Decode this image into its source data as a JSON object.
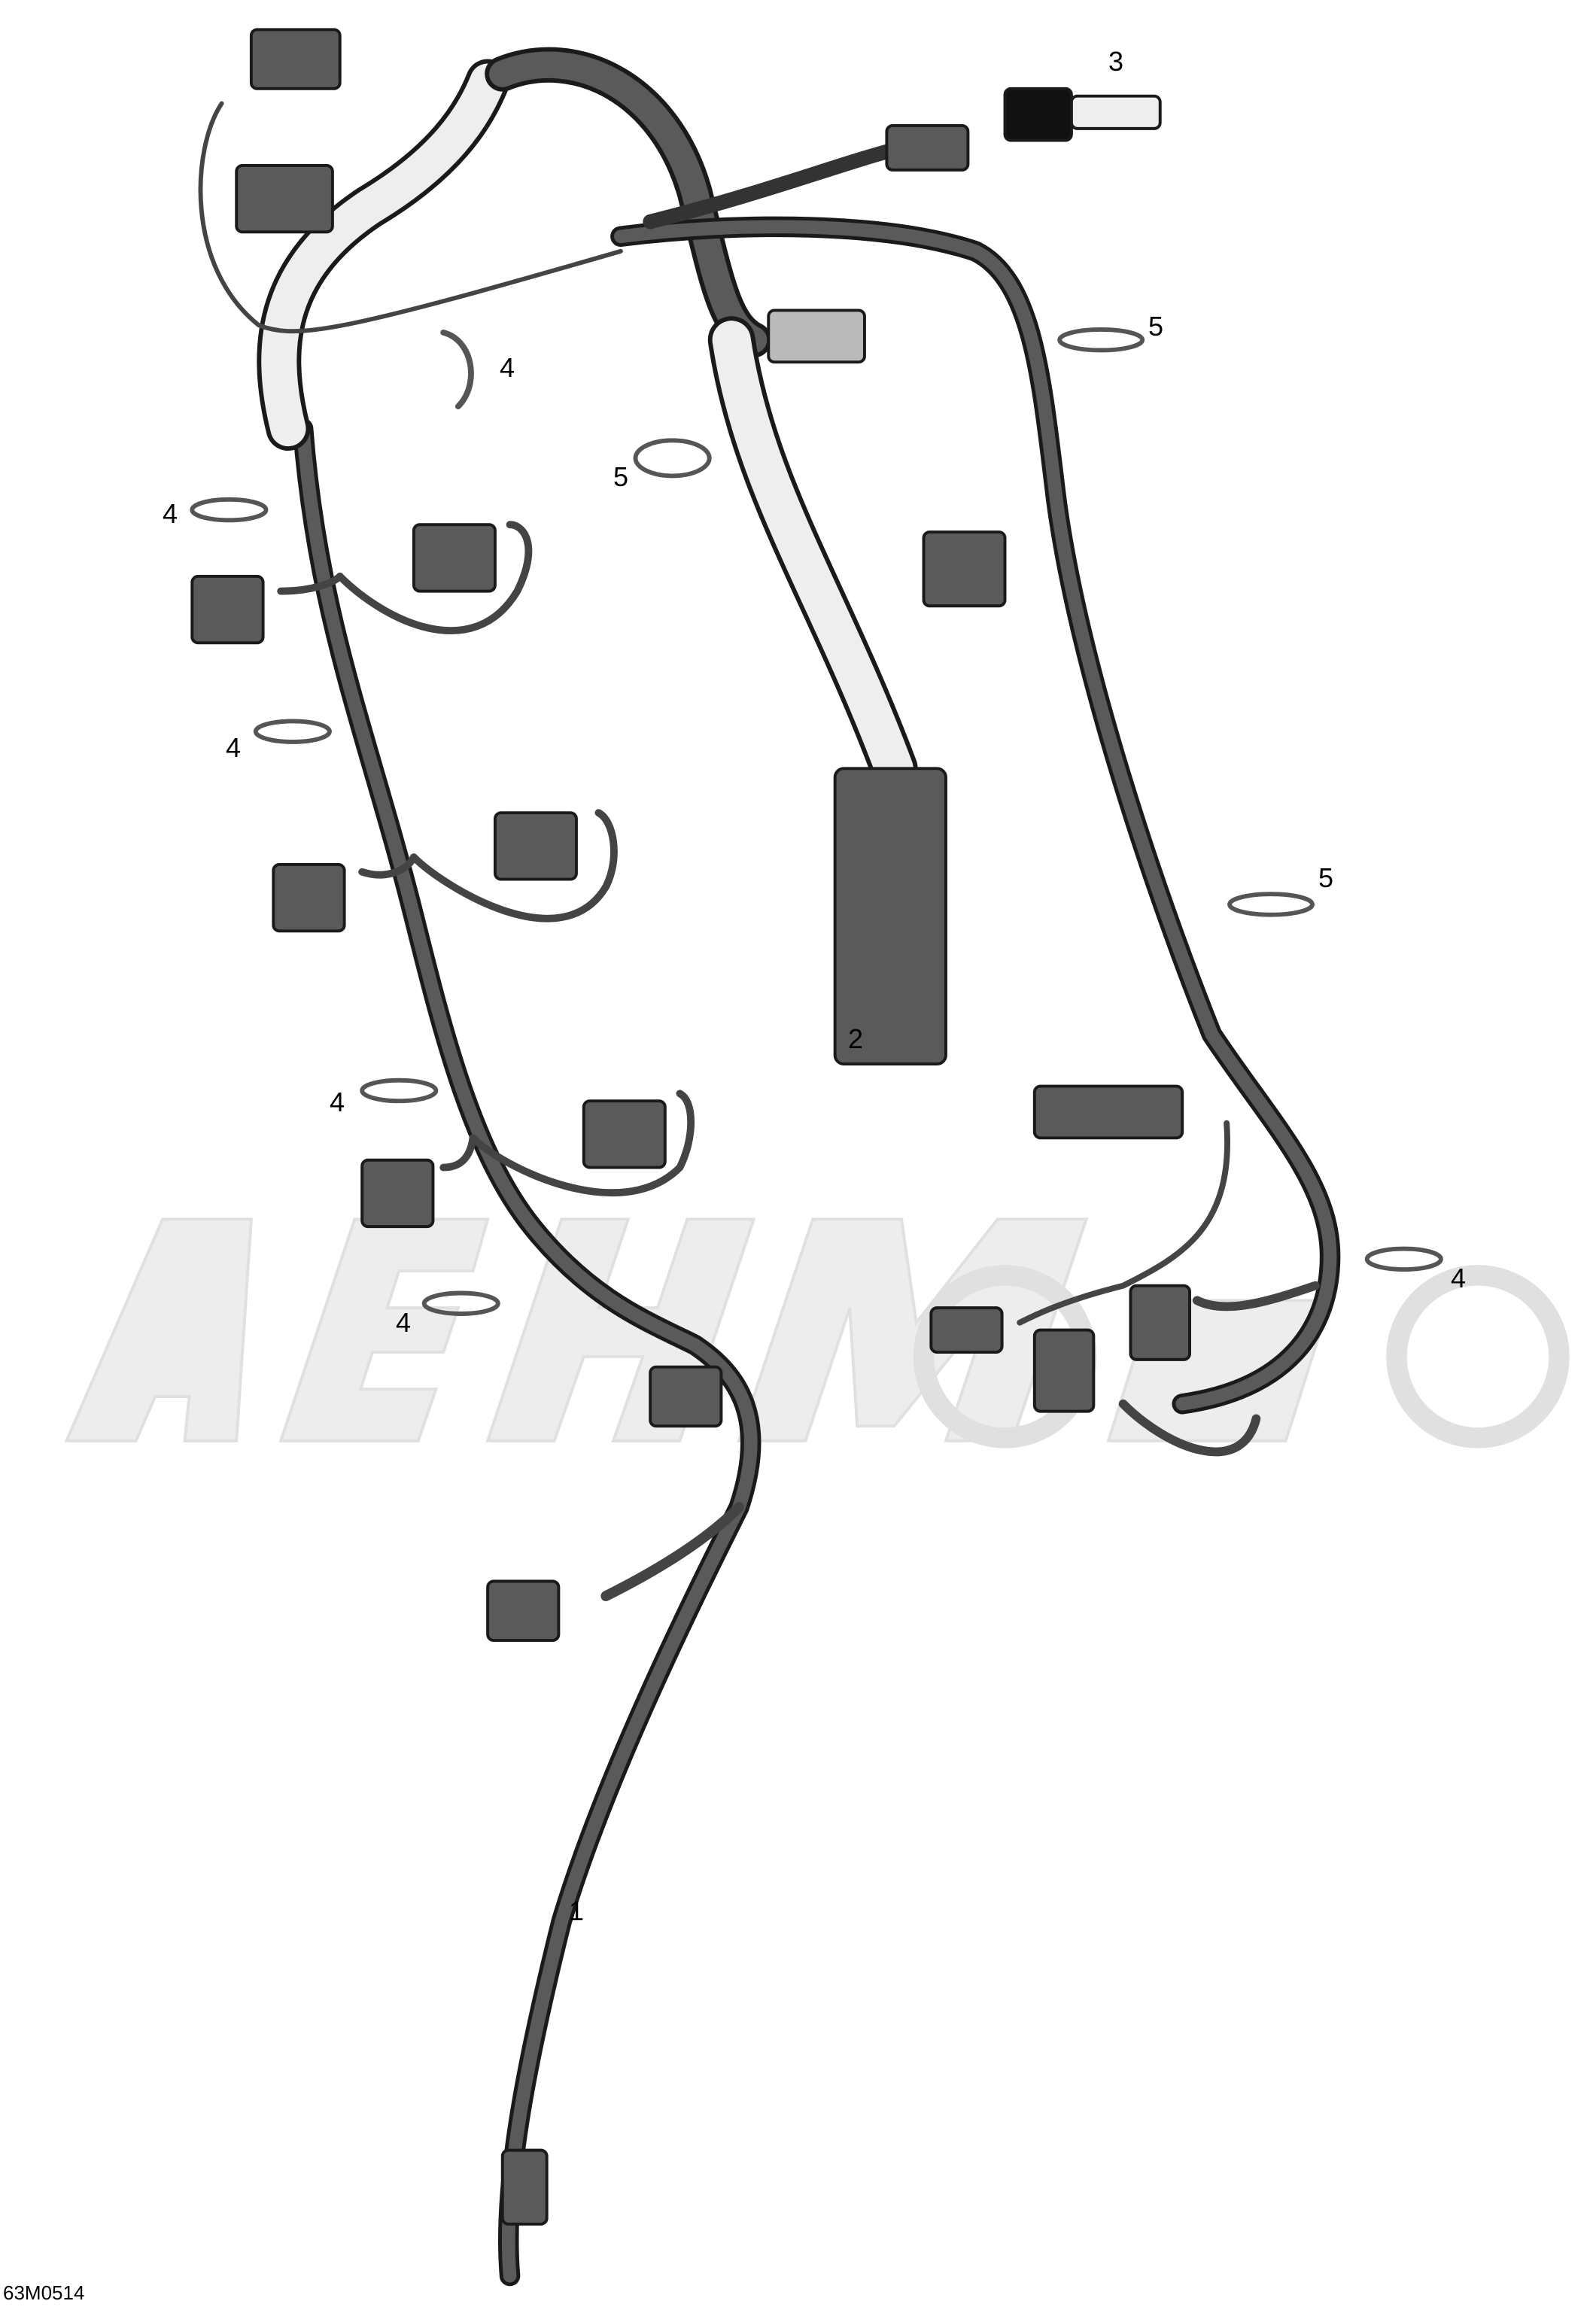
{
  "diagram": {
    "figure_code": "63M0514",
    "watermark": "AeHMoto",
    "colors": {
      "harness": "#5a5a5a",
      "sheath": "#eeeeee",
      "outline": "#1a1a1a",
      "watermark": "#ececec"
    },
    "callouts": [
      {
        "id": "c3",
        "label": "3"
      },
      {
        "id": "c5a",
        "label": "5"
      },
      {
        "id": "c4a",
        "label": "4"
      },
      {
        "id": "c5b",
        "label": "5"
      },
      {
        "id": "c4b",
        "label": "4"
      },
      {
        "id": "c4c",
        "label": "4"
      },
      {
        "id": "c5c",
        "label": "5"
      },
      {
        "id": "c2",
        "label": "2"
      },
      {
        "id": "c4d",
        "label": "4"
      },
      {
        "id": "c4e",
        "label": "4"
      },
      {
        "id": "c4f",
        "label": "4"
      },
      {
        "id": "c1",
        "label": "1"
      }
    ]
  }
}
